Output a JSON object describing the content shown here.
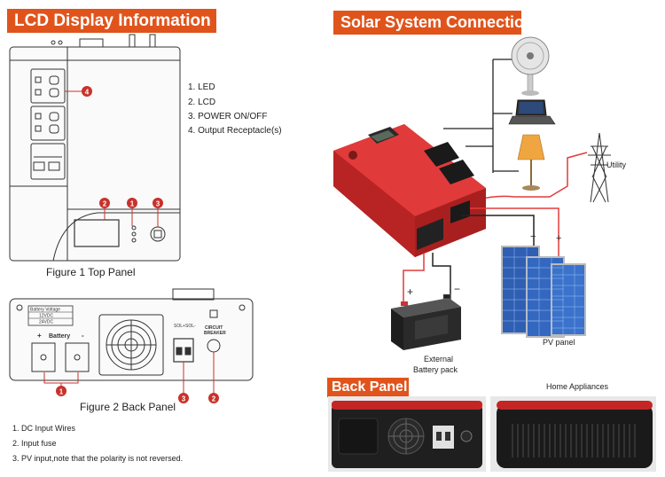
{
  "left": {
    "banner": "LCD Display Information",
    "top_panel_legend": [
      "1. LED",
      "2. LCD",
      "3. POWER ON/OFF",
      "4. Output Receptacle(s)"
    ],
    "top_panel_caption": "Figure 1 Top Panel",
    "back_panel_caption": "Figure 2 Back Panel",
    "back_panel_legend": [
      "1. DC Input Wires",
      "2. Input fuse",
      "3. PV input,note that the polarity is not reversed."
    ],
    "markers": [
      "1",
      "2",
      "3",
      "4"
    ],
    "back_labels": {
      "battery_voltage": "Battery Voltage",
      "v12": "12VDC",
      "v24": "24VDC",
      "battery": "Battery",
      "plus": "+",
      "minus": "-",
      "sol_pos": "SOL+",
      "sol_neg": "SOL-",
      "circuit": "CIRCUIT",
      "breaker": "BREAKER"
    }
  },
  "right": {
    "banner": "Solar System Connection",
    "labels": {
      "utility": "Utility",
      "pv_panel": "PV panel",
      "battery_line1": "External",
      "battery_line2": "Battery pack",
      "home_appliances": "Home Appliances",
      "pv_minus": "−",
      "pv_plus": "+",
      "bat_plus": "+",
      "bat_minus": "−"
    },
    "back_banner": "Back Panel"
  },
  "colors": {
    "banner": "#e0541c",
    "marker": "#c8322c",
    "inverter_red": "#d42a2a",
    "cable_red": "#e33b3b"
  },
  "icons": [
    "fan-icon",
    "laptop-icon",
    "lamp-icon",
    "pylon-icon",
    "solar-panel-icon",
    "battery-icon",
    "inverter-icon"
  ]
}
